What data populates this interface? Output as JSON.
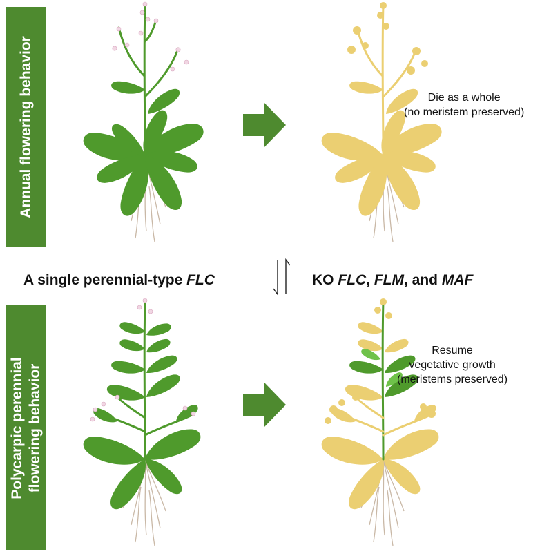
{
  "side_labels": {
    "annual": "Annual flowering behavior",
    "perennial_line1": "Polycarpic perennial",
    "perennial_line2": "flowering behavior"
  },
  "middle": {
    "left_prefix": "A single perennial-type ",
    "left_gene": "FLC",
    "right_prefix": "KO ",
    "right_gene1": "FLC",
    "right_sep1": ", ",
    "right_gene2": "FLM",
    "right_sep2": ", and ",
    "right_gene3": "MAF"
  },
  "notes": {
    "annual_line1": "Die as a whole",
    "annual_line2": "(no meristem preserved)",
    "perennial_line1": "Resume",
    "perennial_line2": "vegetative growth",
    "perennial_line3": "(meristems preserved)"
  },
  "colors": {
    "bar_green": "#4e8a2f",
    "plant_green": "#4f9a2c",
    "senescent_yellow": "#ebcf72",
    "arrow_green": "#4e8a2f",
    "root_tan": "#c9b8a6",
    "flower_pink": "#f1d6e3"
  },
  "icons": [
    "plant-icon",
    "senescent-plant-icon",
    "right-arrow-icon",
    "reversible-arrows-icon"
  ]
}
